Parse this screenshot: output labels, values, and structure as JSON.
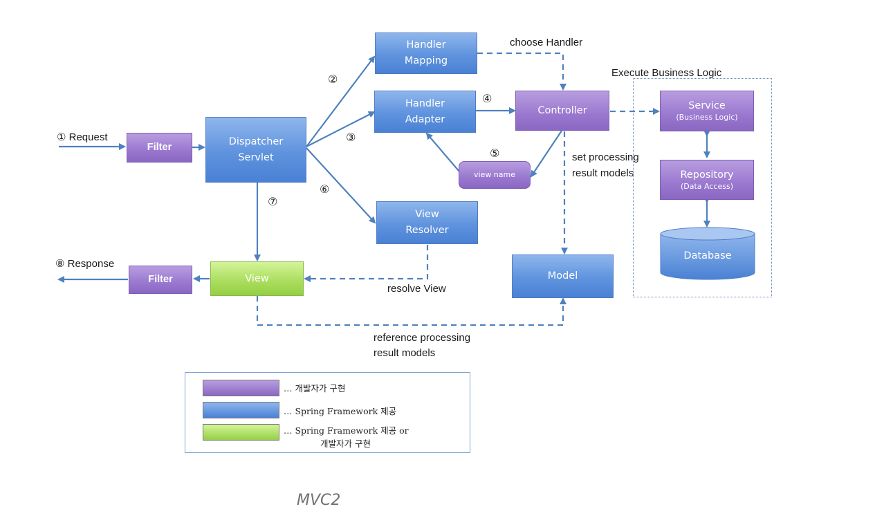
{
  "steps": {
    "s1": "① Request",
    "s2": "②",
    "s3": "③",
    "s4": "④",
    "s5": "⑤",
    "s6": "⑥",
    "s7": "⑦",
    "s8": "⑧ Response"
  },
  "nodes": {
    "filter_in": "Filter",
    "filter_out": "Filter",
    "dispatcher_line1": "Dispatcher",
    "dispatcher_line2": "Servlet",
    "handler_mapping_line1": "Handler",
    "handler_mapping_line2": "Mapping",
    "handler_adapter_line1": "Handler",
    "handler_adapter_line2": "Adapter",
    "controller": "Controller",
    "view_name": "view name",
    "view_resolver_line1": "View",
    "view_resolver_line2": "Resolver",
    "view": "View",
    "model": "Model",
    "service": "Service",
    "service_sub": "(Business Logic)",
    "repository": "Repository",
    "repository_sub": "(Data Access)",
    "database": "Database"
  },
  "labels": {
    "choose_handler": "choose Handler",
    "execute_business_logic": "Execute Business Logic",
    "set_processing_line1": "set processing",
    "set_processing_line2": "result models",
    "resolve_view": "resolve View",
    "reference_line1": "reference processing",
    "reference_line2": "result models"
  },
  "legend": {
    "items": [
      {
        "color": "#9a78cf",
        "text": "… 개발자가 구현"
      },
      {
        "color": "#5f93de",
        "text": "… Spring Framework 제공"
      },
      {
        "color": "#a9dc5b",
        "text_line1": "… Spring Framework 제공 or",
        "text_line2": "개발자가 구현"
      }
    ]
  },
  "caption": "MVC2",
  "colors": {
    "arrow": "#4f81bd",
    "developer": "#9a78cf",
    "framework": "#5f93de",
    "either": "#a9dc5b"
  }
}
